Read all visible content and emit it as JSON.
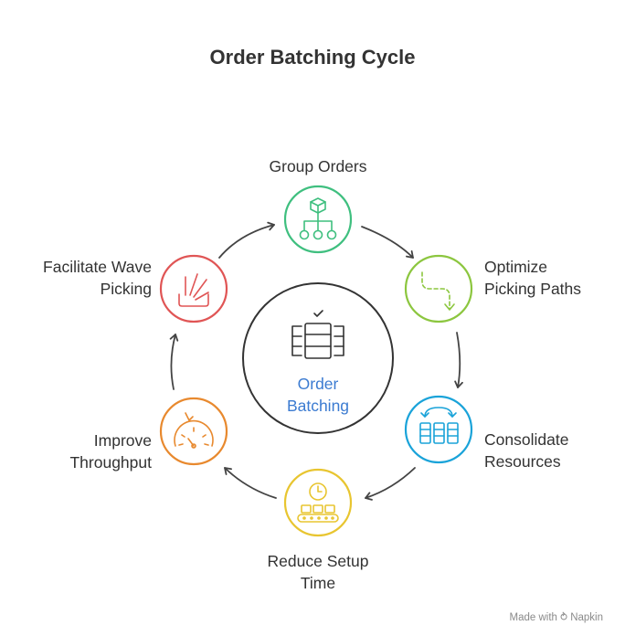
{
  "title": "Order Batching Cycle",
  "center": {
    "label": "Order\nBatching",
    "icon": "batch-rack-icon",
    "color": "#3b7bd1"
  },
  "steps": [
    {
      "label": "Group Orders",
      "icon": "hierarchy-box-icon",
      "color": "#3fbf7f"
    },
    {
      "label": "Optimize\nPicking Paths",
      "icon": "dashed-path-icon",
      "color": "#8cc63f"
    },
    {
      "label": "Consolidate\nResources",
      "icon": "grid-bins-icon",
      "color": "#1aa3d9"
    },
    {
      "label": "Reduce Setup\nTime",
      "icon": "clock-conveyor-icon",
      "color": "#e8c530"
    },
    {
      "label": "Improve\nThroughput",
      "icon": "speedometer-icon",
      "color": "#e8892e"
    },
    {
      "label": "Facilitate Wave\nPicking",
      "icon": "wave-bin-icon",
      "color": "#e05555"
    }
  ],
  "footer": {
    "prefix": "Made with",
    "brand": "Napkin"
  }
}
